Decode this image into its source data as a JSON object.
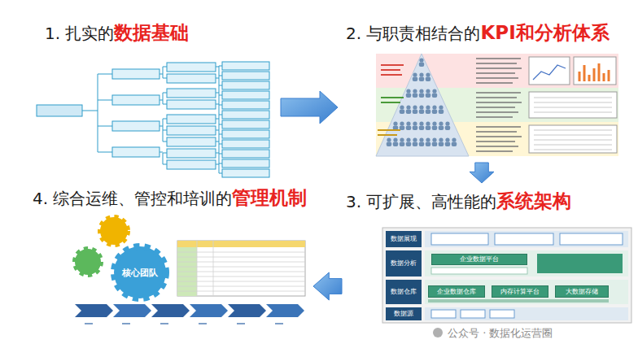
{
  "diagram": {
    "nodes": [
      {
        "text": [
          "1. 扎实的",
          "数据基础"
        ]
      },
      {
        "text": [
          "2. 与职责相结合的",
          "KPI和分析体系"
        ]
      },
      {
        "text": [
          "3. 可扩展、高性能的",
          "系统架构"
        ]
      },
      {
        "text": [
          "4. 综合运维、管控和培训的",
          "管理机制"
        ]
      },
      {
        "text": [
          "数据展现"
        ],
        "in": 2
      },
      {
        "text": [
          "数据分析"
        ],
        "in": 2
      },
      {
        "text": [
          "企业数据平台"
        ],
        "in": 2
      },
      {
        "text": [
          "数据仓库"
        ],
        "in": 2
      },
      {
        "text": [
          "企业数据仓库"
        ],
        "in": 2
      },
      {
        "text": [
          "内存计算平台"
        ],
        "in": 2
      },
      {
        "text": [
          "大数据存储"
        ],
        "in": 2
      },
      {
        "text": [
          "数据源"
        ],
        "in": 2
      },
      {
        "text": [
          "核心团队"
        ],
        "in": 3
      }
    ],
    "edges": [
      {
        "from": 0,
        "to": 1,
        "arrow": "to"
      },
      {
        "from": 1,
        "to": 2,
        "arrow": "to"
      },
      {
        "from": 2,
        "to": 3,
        "arrow": "to"
      }
    ],
    "labels": [
      "公众号 · 数据化运营圈"
    ]
  }
}
